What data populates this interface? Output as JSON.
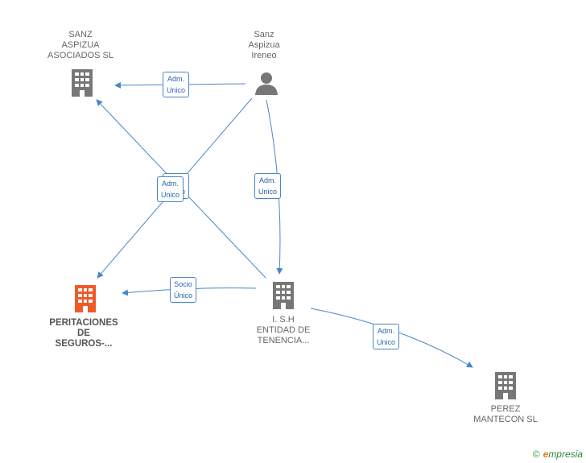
{
  "nodes": {
    "sanz_aspizua_asociados": {
      "label": "SANZ\nASPIZUA\nASOCIADOS SL",
      "type": "company"
    },
    "sanz_aspizua_ireneo": {
      "label": "Sanz\nAspizua\nIreneo",
      "type": "person"
    },
    "peritaciones": {
      "label": "PERITACIONES\nDE\nSEGUROS-...",
      "type": "company-focus"
    },
    "ish": {
      "label": "I. S.H\nENTIDAD DE\nTENENCIA...",
      "type": "company"
    },
    "perez_mantecon": {
      "label": "PEREZ\nMANTECON SL",
      "type": "company"
    }
  },
  "edges": [
    {
      "label": "Adm.\nUnico",
      "from": "sanz_aspizua_ireneo",
      "to": "sanz_aspizua_asociados"
    },
    {
      "label": "Adm.\nUnico",
      "from": "sanz_aspizua_ireneo",
      "to": "peritaciones"
    },
    {
      "label": "Adm.\nUnico",
      "from": "ish",
      "to": "sanz_aspizua_asociados"
    },
    {
      "label": "Adm.\nUnico",
      "from": "sanz_aspizua_ireneo",
      "to": "ish"
    },
    {
      "label": "Socio\nÚnico",
      "from": "ish",
      "to": "peritaciones"
    },
    {
      "label": "Adm.\nUnico",
      "from": "ish",
      "to": "perez_mantecon"
    }
  ],
  "colors": {
    "edge": "#4a86c8",
    "node_gray": "#777777",
    "focus": "#f05a28"
  },
  "brand": {
    "copyright": "©",
    "initial": "e",
    "rest": "mpresia"
  }
}
